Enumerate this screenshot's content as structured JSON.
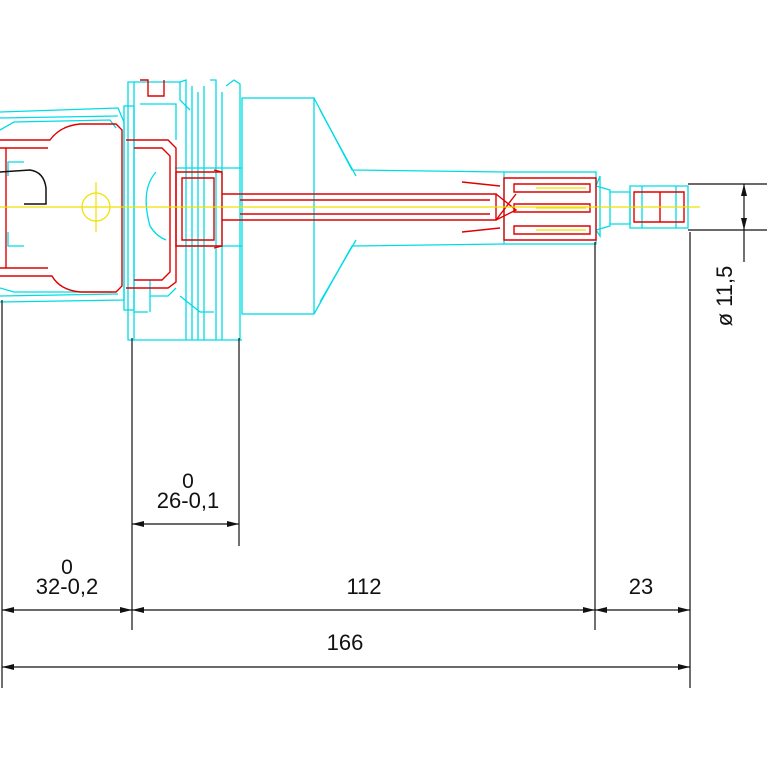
{
  "colors": {
    "body_outline": "#00dce6",
    "section_hatch": "#e00000",
    "center_line": "#f0e000",
    "dimension_line": "#111111",
    "background": "#ffffff"
  },
  "dimensions": {
    "shank_length": {
      "nominal": "32-0,2",
      "upper_tol": "0"
    },
    "flange_length": {
      "nominal": "26-0,1",
      "upper_tol": "0"
    },
    "body_length": {
      "value": "112"
    },
    "tip_length": {
      "value": "23"
    },
    "overall_length": {
      "value": "166"
    },
    "tip_diameter": {
      "value": "ø 11,5"
    }
  }
}
